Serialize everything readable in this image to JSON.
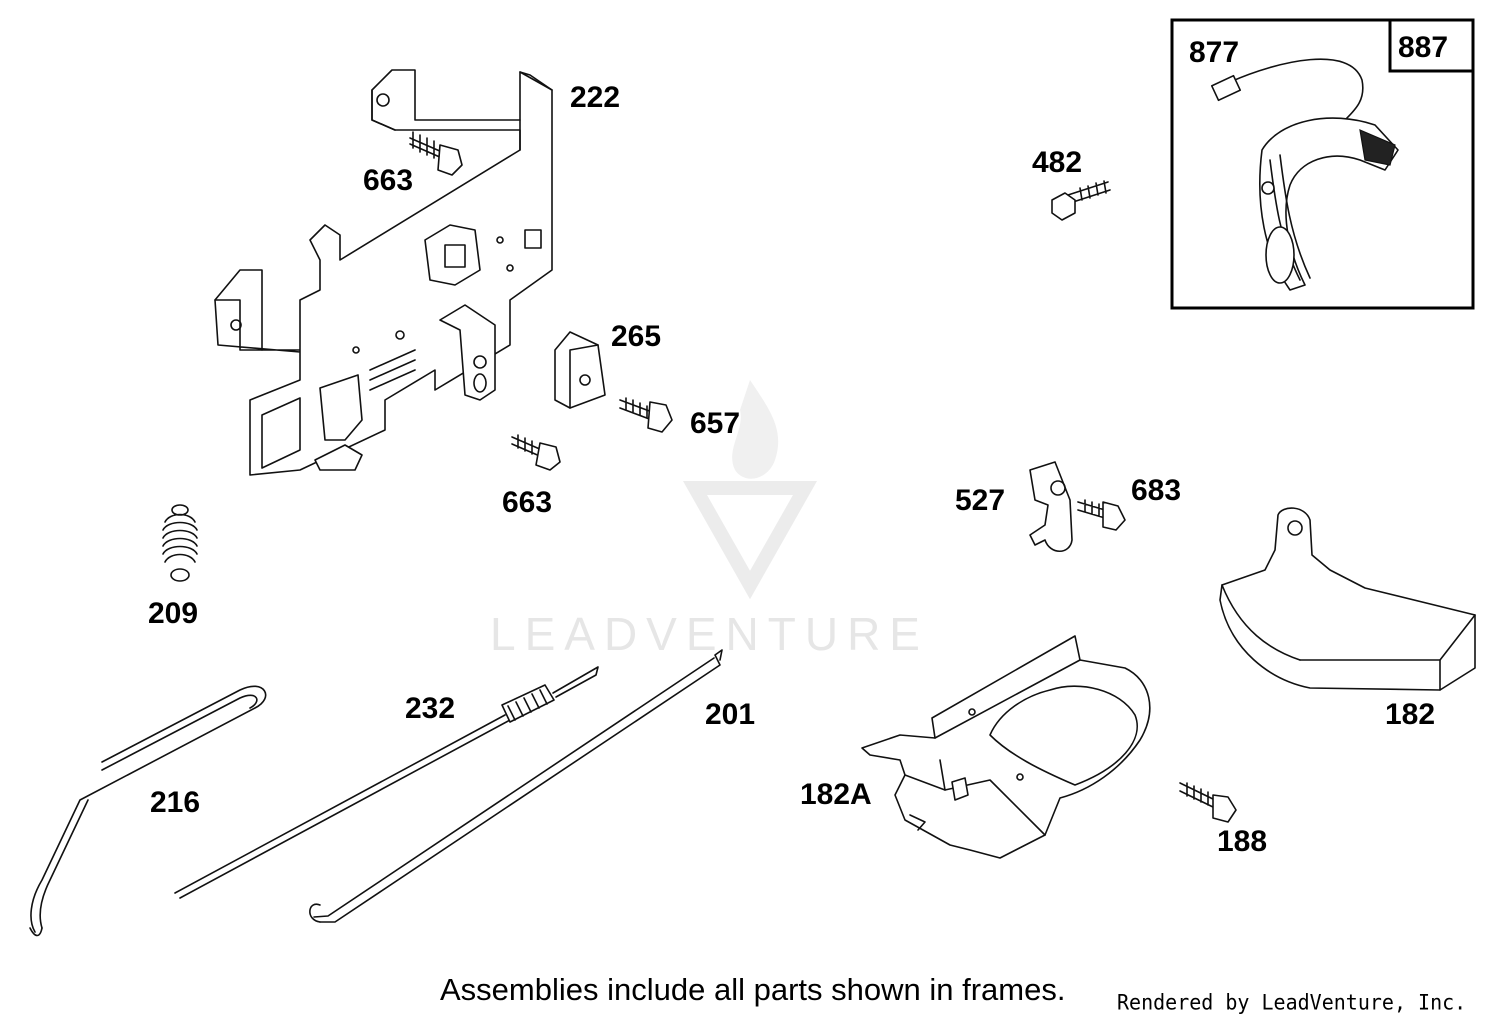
{
  "diagram": {
    "watermark": "LEADVENTURE",
    "note": "Assemblies include all parts shown in frames.",
    "credit": "Rendered by LeadVenture, Inc.",
    "callouts": {
      "p887": "887",
      "p877": "877",
      "p222": "222",
      "p663a": "663",
      "p482": "482",
      "p265": "265",
      "p657": "657",
      "p663b": "663",
      "p527": "527",
      "p683": "683",
      "p209": "209",
      "p232": "232",
      "p201": "201",
      "p216": "216",
      "p182": "182",
      "p182a": "182A",
      "p188": "188"
    }
  }
}
